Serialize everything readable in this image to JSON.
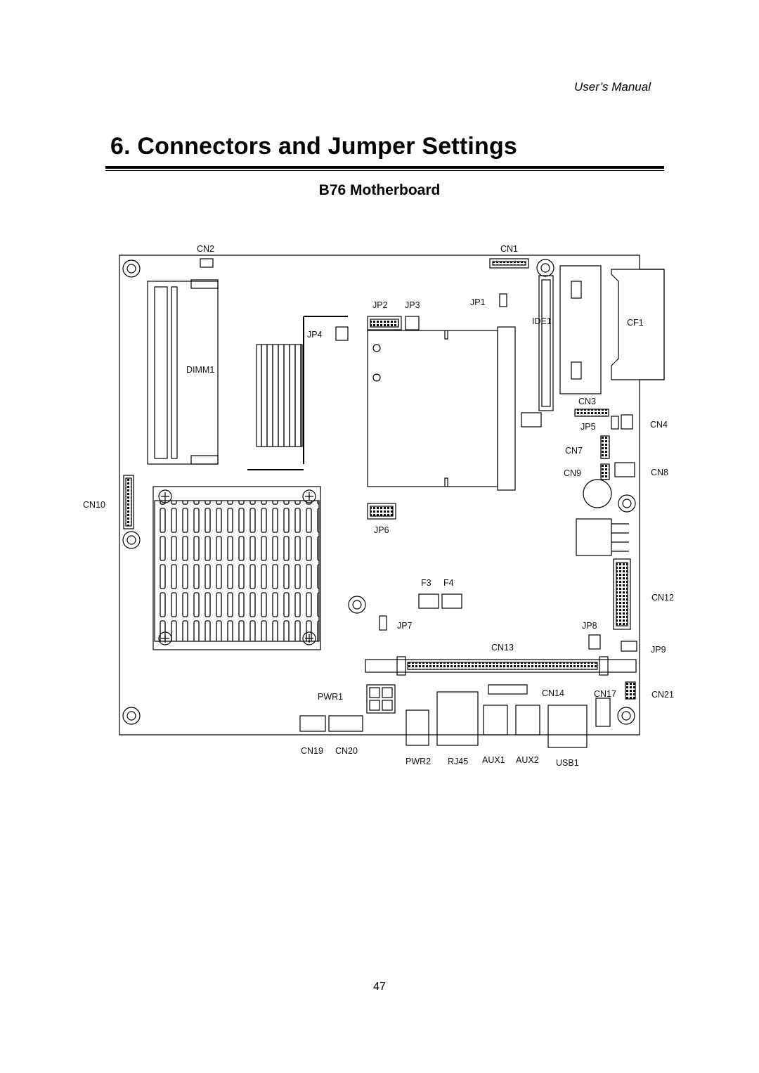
{
  "header": {
    "manual_label": "User’s  Manual"
  },
  "chapter": {
    "title": "6. Connectors and Jumper Settings"
  },
  "section": {
    "title": "B76 Motherboard"
  },
  "diagram": {
    "labels": {
      "cn1": "CN1",
      "cn2": "CN2",
      "cn3": "CN3",
      "cn4": "CN4",
      "cn7": "CN7",
      "cn8": "CN8",
      "cn9": "CN9",
      "cn10": "CN10",
      "cn12": "CN12",
      "cn13": "CN13",
      "cn14": "CN14",
      "cn17": "CN17",
      "cn19": "CN19",
      "cn20": "CN20",
      "cn21": "CN21",
      "jp1": "JP1",
      "jp2": "JP2",
      "jp3": "JP3",
      "jp4": "JP4",
      "jp5": "JP5",
      "jp6": "JP6",
      "jp7": "JP7",
      "jp8": "JP8",
      "jp9": "JP9",
      "dimm1": "DIMM1",
      "ide1": "IDE1",
      "cf1": "CF1",
      "f3": "F3",
      "f4": "F4",
      "pwr1": "PWR1",
      "pwr2": "PWR2",
      "rj45": "RJ45",
      "aux1": "AUX1",
      "aux2": "AUX2",
      "usb1": "USB1"
    }
  },
  "footer": {
    "page_number": "47"
  }
}
